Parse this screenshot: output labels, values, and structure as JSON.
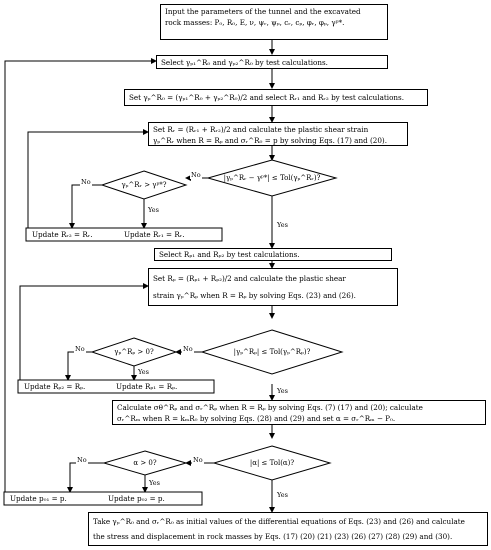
{
  "boxes": {
    "b1": {
      "l1": "Input the parameters of the tunnel and the excavated",
      "l2": "rock masses: P₀, R₀, E, ν, ψᵣ, ψₚ, cᵣ, cₚ, φᵣ, φₚ, γᵖ*."
    },
    "b2": {
      "l1": "Select γₚ₁^R₀ and γₚ₂^R₀ by test calculations."
    },
    "b3": {
      "l1": "Set γₚ^R₀ = (γₚ₁^R₀ + γₚ₂^R₀)/2 and select Rᵣ₁ and Rᵣ₂ by test calculations."
    },
    "b4": {
      "l1": "Set Rᵣ = (Rᵣ₁ + Rᵣ₂)/2 and calculate the plastic shear strain",
      "l2": "γₚ^Rᵣ when R = Rₚ and σᵣ^R₀ = p by solving Eqs. (17) and (20)."
    },
    "b5": {
      "l1": "Select Rₚ₁ and Rₚ₂ by test calculations."
    },
    "b6": {
      "l1": "Set Rₚ = (Rₚ₁ + Rₚ₂)/2 and calculate the plastic shear",
      "l2": "strain γₚ^Rₚ when R = Rₚ by solving Eqs. (23) and (26)."
    },
    "b7": {
      "l1": "Calculate σθ^Rₚ and σᵣ^Rₚ when R = Rₚ by solving Eqs. (7) (17) and (20); calculate",
      "l2": "σᵣ^Rₘ when R = kₘR₀ by solving Eqs. (28) and (29) and set α = σᵣ^Rₘ − P₀."
    },
    "b8": {
      "l1": "Take γₚ^R₀ and σᵣ^R₀ as initial values of the differential equations of Eqs. (23) and (26) and calculate",
      "l2": "the stress and displacement in rock masses by Eqs. (17) (20) (21) (23) (26) (27) (28) (29) and (30)."
    }
  },
  "decisions": {
    "d1": "|γₚ^Rᵣ − γᵖ*| ≤ Tol(γₚ^Rᵣ)?",
    "d2": "γₚ^Rᵣ > γᵖ*?",
    "d3": "|γₚ^Rₚ| ≤ Tol(γₚ^Rₚ)?",
    "d4": "γₚ^Rₚ > 0?",
    "d5": "|α| ≤ Tol(α)?",
    "d6": "α > 0?"
  },
  "updates": {
    "u1a": "Update Rᵣ₂ = Rᵣ.",
    "u1b": "Update Rᵣ₁ = Rᵣ.",
    "u2a": "Update Rₚ₂ = Rₚ.",
    "u2b": "Update Rₚ₁ = Rₚ.",
    "u3a": "Update p₀₁ = p.",
    "u3b": "Update p₀₂ = p."
  },
  "labels": {
    "yes": "Yes",
    "no": "No"
  }
}
